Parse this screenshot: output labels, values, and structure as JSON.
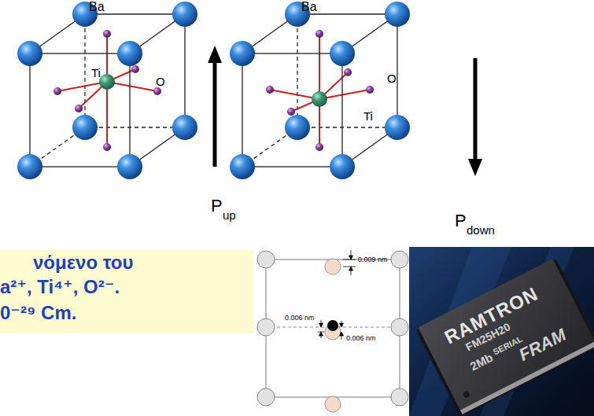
{
  "diagram": {
    "nodes": [
      {
        "text": [
          "νόμενο του",
          "a²⁺, Ti⁴⁺, O²⁻.",
          "0⁻²⁹ Cm."
        ]
      }
    ],
    "labels": [
      "Ba",
      "Ti",
      "O",
      "Ba",
      "O",
      "Ti",
      "P",
      "up",
      "P",
      "down",
      "0.009 nm",
      "0.006 nm",
      "0.006 nm",
      "RAMTRON",
      "FM25H20",
      "2Mb",
      "SERIAL",
      "FRAM"
    ]
  }
}
